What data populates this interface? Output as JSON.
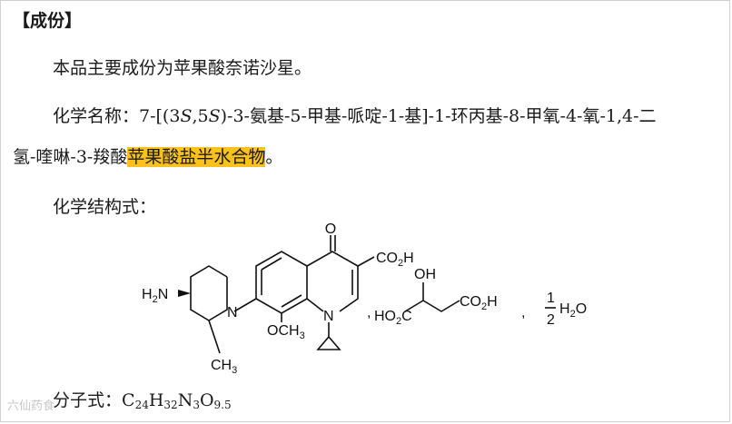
{
  "section_heading": "【成份】",
  "para_main_component": "本品主要成份为苹果酸奈诺沙星。",
  "chemical_name": {
    "label": "化学名称：",
    "line1_pre": "7-[(3",
    "s1": "S",
    "comma": ",5",
    "s2": "S",
    "line1_post": ")-3-氨基-5-甲基-哌啶-1-基]-1-环丙基-8-甲氧-4-氧-1,4-二",
    "line2_plain": "氢-喹啉-3-羧酸",
    "line2_highlight": "苹果酸盐半水合物",
    "line2_end": "。"
  },
  "structure_label": "化学结构式：",
  "structure": {
    "oxo": "O",
    "co2h_1": "CO",
    "co2h_1_sub": "2",
    "co2h_1_end": "H",
    "h2n": "H",
    "h2n_sub": "2",
    "h2n_end": "N",
    "ring_n": "N",
    "quin_n": "N",
    "ome": "OCH",
    "ome_sub": "3",
    "me": "CH",
    "me_sub": "3",
    "sep1": ",",
    "malic_left": "HO",
    "malic_left_sub": "2",
    "malic_left_end": "C",
    "oh": "OH",
    "co2h_2": "CO",
    "co2h_2_sub": "2",
    "co2h_2_end": "H",
    "sep2": ",",
    "frac_num": "1",
    "frac_den": "2",
    "water": "H",
    "water_sub": "2",
    "water_end": "O"
  },
  "formula": {
    "label": "分子式：",
    "c": "C",
    "c_n": "24",
    "h": "H",
    "h_n": "32",
    "n": "N",
    "n_n": "3",
    "o": "O",
    "o_n": "9.5"
  },
  "watermark": "六仙药食"
}
